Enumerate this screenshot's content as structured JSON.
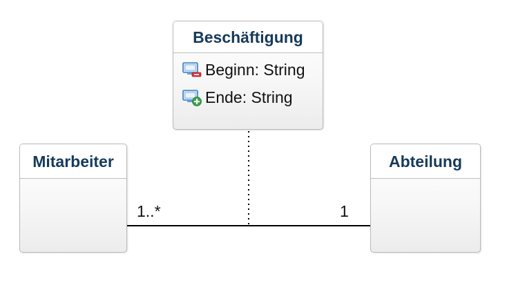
{
  "classes": {
    "beschaeftigung": {
      "name": "Beschäftigung",
      "attributes": [
        {
          "label": "Beginn: String",
          "icon": "attribute-remove-icon"
        },
        {
          "label": "Ende: String",
          "icon": "attribute-add-icon"
        }
      ]
    },
    "mitarbeiter": {
      "name": "Mitarbeiter"
    },
    "abteilung": {
      "name": "Abteilung"
    }
  },
  "association": {
    "left_multiplicity": "1..*",
    "right_multiplicity": "1"
  },
  "colors": {
    "class_title": "#163a5a",
    "class_border": "#b9b9b9",
    "line": "#000000",
    "icon_blue": "#3d7fbf",
    "icon_red": "#d9363e",
    "icon_green": "#3aa04a"
  }
}
